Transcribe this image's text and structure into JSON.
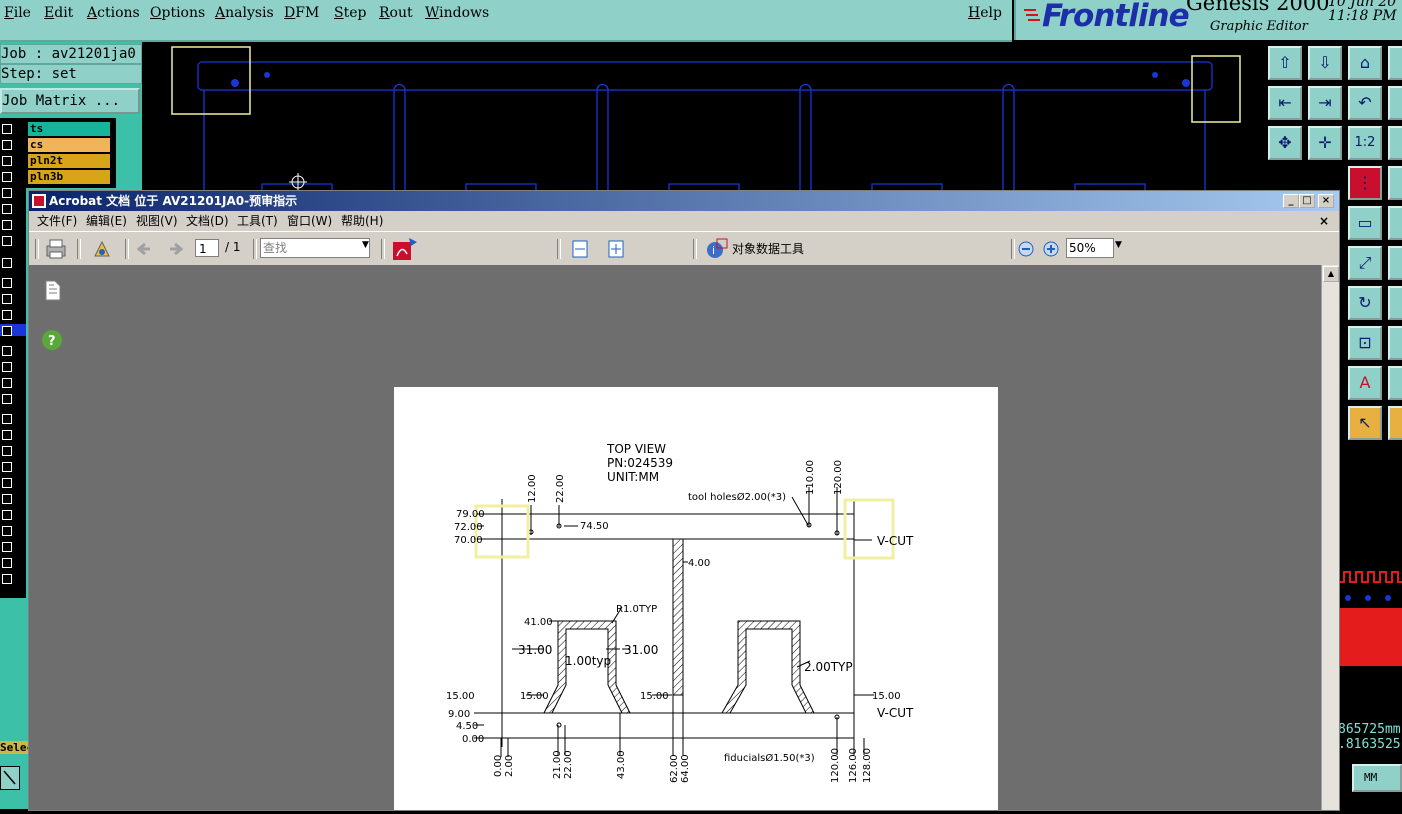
{
  "menubar": {
    "items": [
      "File",
      "Edit",
      "Actions",
      "Options",
      "Analysis",
      "DFM",
      "Step",
      "Rout",
      "Windows"
    ],
    "help": "Help"
  },
  "brand": {
    "logo": "Frontline",
    "product": "Genesis 2000",
    "subtitle": "Graphic Editor",
    "date": "10 Jun 20",
    "time": "11:18 PM"
  },
  "job": {
    "job_line": "Job : av21201ja0",
    "step_line": "Step: set",
    "job_matrix_button": "Job Matrix ...",
    "layers": [
      {
        "name": "ts",
        "color": "#16b49a"
      },
      {
        "name": "cs",
        "color": "#f0b45a"
      },
      {
        "name": "pln2t",
        "color": "#d8a418"
      },
      {
        "name": "pln3b",
        "color": "#d8a418"
      }
    ],
    "select_label": "Selec"
  },
  "right": {
    "coord_x": "865725mm",
    "coord_y": ".8163525",
    "units_button": "MM"
  },
  "acrobat": {
    "title": "Acrobat 文档 位于 AV21201JA0-预审指示",
    "menus": [
      "文件(F)",
      "编辑(E)",
      "视图(V)",
      "文档(D)",
      "工具(T)",
      "窗口(W)",
      "帮助(H)"
    ],
    "page_current": "1",
    "page_total": "/ 1",
    "find_placeholder": "查找",
    "object_data_tool": "对象数据工具",
    "zoom": "50%"
  },
  "drawing": {
    "title_lines": [
      "TOP VIEW",
      "PN:024539",
      "UNIT:MM"
    ],
    "tool_holes_note": "tool holesØ2.00(*3)",
    "fiducials_note": "fiducialsØ1.50(*3)",
    "vcut_top": "V-CUT",
    "vcut_bottom": "V-CUT",
    "r_typ": "R1.0TYP",
    "typ_left": "1.00typ",
    "typ_right": "2.00TYP",
    "dim_31_left": "31.00",
    "dim_31_right": "31.00",
    "dim_74": "74.50",
    "dim_4": "4.00",
    "dim_41": "41.00",
    "dim_15_a": "15.00",
    "dim_15_b": "15.00",
    "dim_15_c": "15.00",
    "dim_15_d": "15.00",
    "left_y": [
      "79.00",
      "72.00",
      "70.00",
      "9.00",
      "4.50",
      "0.00"
    ],
    "top_x": [
      "12.00",
      "22.00",
      "110.00",
      "120.00"
    ],
    "bottom_x": [
      "0.00",
      "2.00",
      "21.00",
      "22.00",
      "43.00",
      "62.00",
      "64.00",
      "120.00",
      "126.00",
      "128.00"
    ]
  }
}
